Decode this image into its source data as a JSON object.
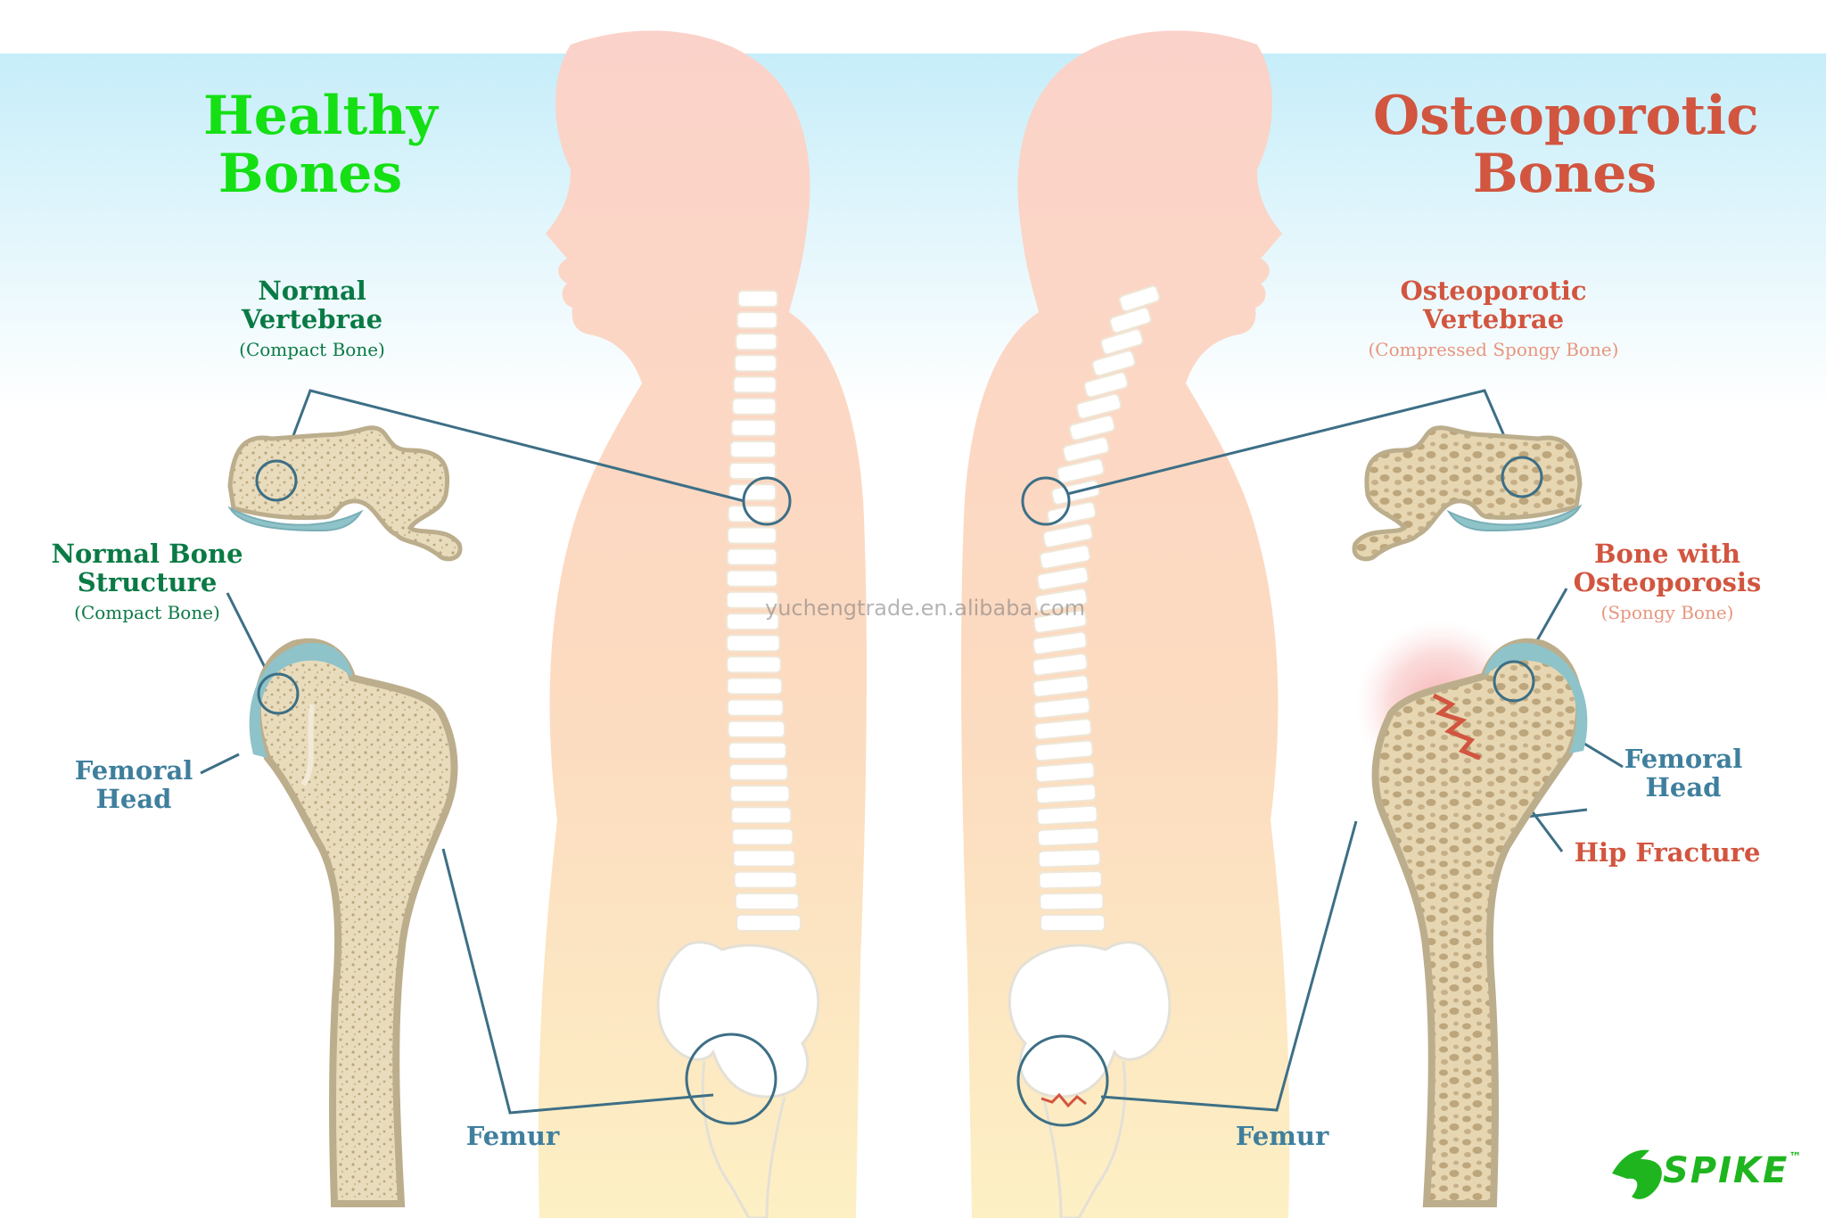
{
  "colors": {
    "healthy_green": "#0a7a45",
    "title_green": "#14e014",
    "osteo_red": "#d2553f",
    "osteo_light": "#e8957e",
    "femur_blue": "#3f7f9d",
    "leader_line": "#3d6f86",
    "bone_fill": "#e9dcbc",
    "bone_outline": "#bcae8c",
    "cartilage": "#8ec3c9",
    "silhouette_top": "#fbd2c9",
    "silhouette_bottom": "#fbeab7",
    "sky_top": "#c6edf9",
    "spike_green": "#1fb51f"
  },
  "left": {
    "title_line1": "Healthy",
    "title_line2": "Bones",
    "vertebrae_line1": "Normal",
    "vertebrae_line2": "Vertebrae",
    "vertebrae_sub": "(Compact Bone)",
    "structure_line1": "Normal Bone",
    "structure_line2": "Structure",
    "structure_sub": "(Compact Bone)",
    "femoral_line1": "Femoral",
    "femoral_line2": "Head",
    "femur": "Femur"
  },
  "right": {
    "title_line1": "Osteoporotic",
    "title_line2": "Bones",
    "vertebrae_line1": "Osteoporotic",
    "vertebrae_line2": "Vertebrae",
    "vertebrae_sub": "(Compressed Spongy Bone)",
    "structure_line1": "Bone with",
    "structure_line2": "Osteoporosis",
    "structure_sub": "(Spongy Bone)",
    "femoral_line1": "Femoral",
    "femoral_line2": "Head",
    "fracture": "Hip Fracture",
    "femur": "Femur"
  },
  "watermark": "yuchengtrade.en.alibaba.com",
  "brand": {
    "name": "SPIKE",
    "trademark": "™"
  }
}
